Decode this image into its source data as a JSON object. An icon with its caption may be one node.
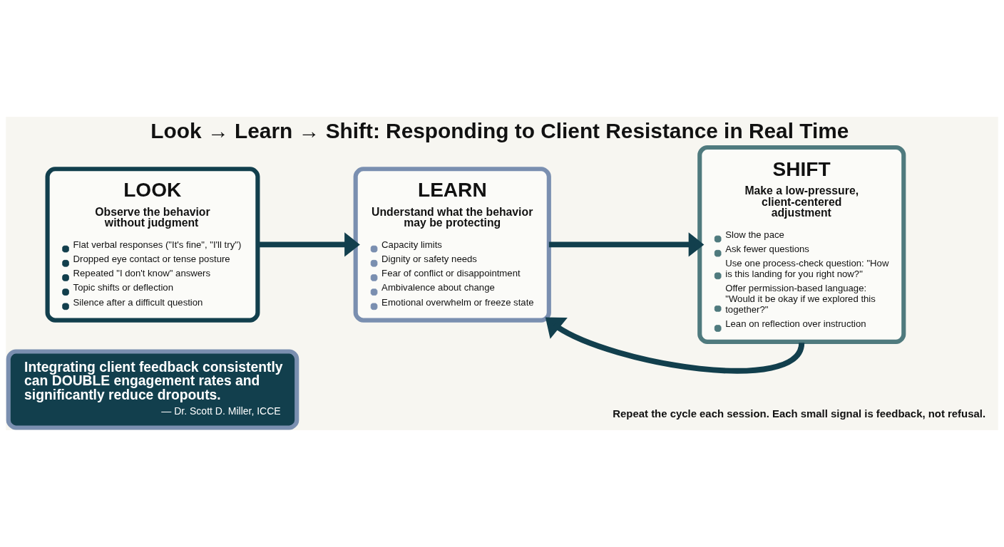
{
  "diagram": {
    "title": "Look → Learn → Shift: Responding to Client Resistance in Real Time",
    "nodes": [
      {
        "text": [
          "LOOK",
          "Observe the behavior without judgment",
          "Flat verbal responses (\"It's fine\", \"I'll try\")",
          "Dropped eye contact or tense posture",
          "Repeated \"I don't know\" answers",
          "Topic shifts or deflection",
          "Silence after a difficult question"
        ]
      },
      {
        "text": [
          "LEARN",
          "Understand what the behavior may be protecting",
          "Capacity limits",
          "Dignity or safety needs",
          "Fear of conflict or disappointment",
          "Ambivalence about change",
          "Emotional overwhelm or freeze state"
        ]
      },
      {
        "text": [
          "SHIFT",
          "Make a low-pressure, client-centered adjustment",
          "Slow the pace",
          "Ask fewer questions",
          "Use one process-check question: \"How is this landing for you right now?\"",
          "Offer permission-based language: \"Would it be okay if we explored this together?\"",
          "Lean on reflection over instruction"
        ]
      },
      {
        "text": [
          "Integrating client feedback consistently can DOUBLE engagement rates and significantly reduce dropouts.",
          "— Dr. Scott D. Miller, ICCE"
        ]
      }
    ],
    "edges": [
      {
        "from": 0,
        "to": 1,
        "arrow": "to"
      },
      {
        "from": 1,
        "to": 2,
        "arrow": "to"
      },
      {
        "from": 2,
        "to": 1,
        "arrow": "to"
      }
    ],
    "labels": [
      "Repeat the cycle each session. Each small signal is feedback, not refusal."
    ]
  }
}
